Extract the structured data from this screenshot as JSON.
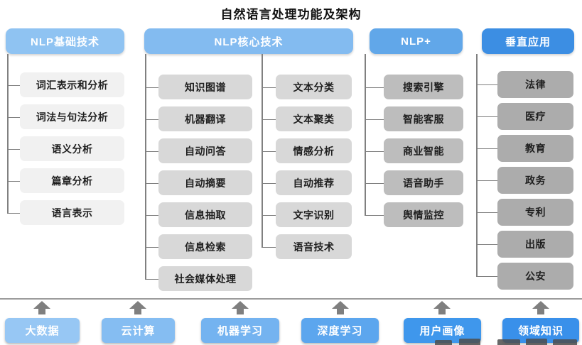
{
  "title": "自然语言处理功能及架构",
  "columns": [
    {
      "header": "NLP基础技术",
      "items": [
        "词汇表示和分析",
        "词法与句法分析",
        "语义分析",
        "篇章分析",
        "语言表示"
      ]
    },
    {
      "header": "NLP核心技术",
      "left_items": [
        "知识图谱",
        "机器翻译",
        "自动问答",
        "自动摘要",
        "信息抽取",
        "信息检索",
        "社会媒体处理"
      ],
      "right_items": [
        "文本分类",
        "文本聚类",
        "情感分析",
        "自动推荐",
        "文字识别",
        "语音技术"
      ]
    },
    {
      "header": "NLP+",
      "items": [
        "搜索引擎",
        "智能客服",
        "商业智能",
        "语音助手",
        "舆情监控"
      ]
    },
    {
      "header": "垂直应用",
      "items": [
        "法律",
        "医疗",
        "教育",
        "政务",
        "专利",
        "出版",
        "公安"
      ]
    }
  ],
  "foundation": [
    "大数据",
    "云计算",
    "机器学习",
    "深度学习",
    "用户画像",
    "领域知识"
  ],
  "colors": {
    "header_blues": [
      "#8FC3F2",
      "#83BBF0",
      "#61A7E9",
      "#3C8EE3"
    ],
    "foundation_blues": [
      "#97C7F4",
      "#85BDF2",
      "#74B3F0",
      "#5CA6EE",
      "#3F97EC",
      "#3990EA"
    ],
    "tier_grays": [
      "#F1F1F1",
      "#D8D8D8",
      "#BDBDBD",
      "#ACACAC"
    ],
    "connector": "#808080",
    "text_on_blue": "#FFFFFF",
    "title_text": "#111111"
  }
}
